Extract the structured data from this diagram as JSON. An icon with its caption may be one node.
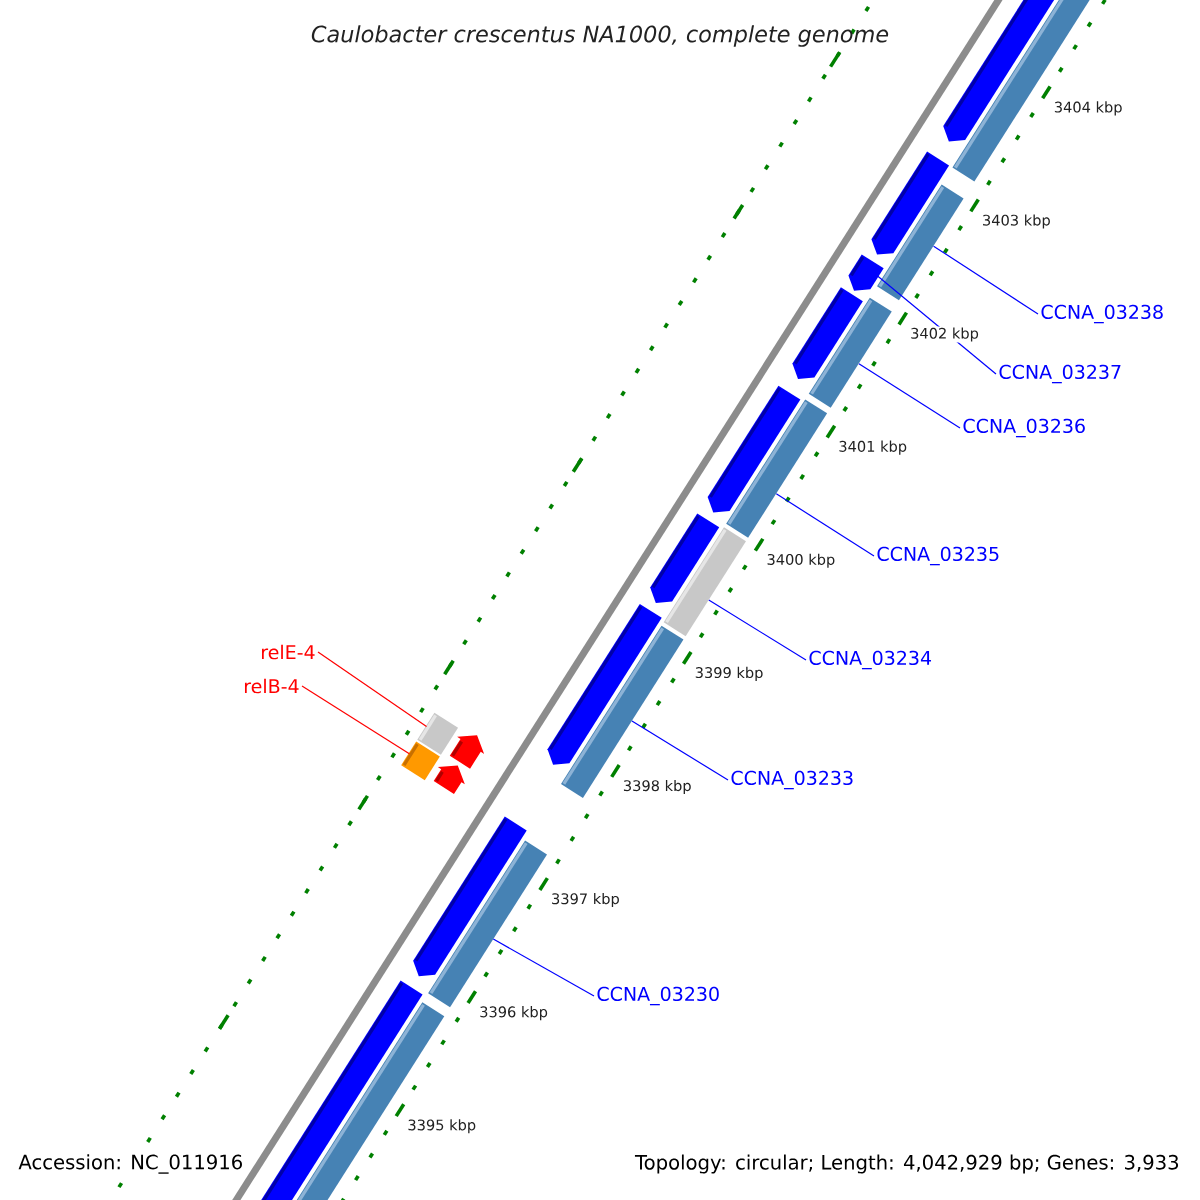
{
  "diagram": {
    "title": "Caulobacter crescentus NA1000, complete genome",
    "nodes": [
      {
        "text": [
          "relE-4"
        ]
      },
      {
        "text": [
          "relB-4"
        ]
      },
      {
        "text": [],
        "shape": "box"
      },
      {
        "text": [],
        "shape": "box"
      },
      {
        "text": [
          "CCNA_03230"
        ]
      },
      {
        "text": [],
        "shape": "bar"
      },
      {
        "text": [
          "CCNA_03233"
        ]
      },
      {
        "text": [],
        "shape": "bar"
      },
      {
        "text": [
          "CCNA_03234"
        ]
      },
      {
        "text": [],
        "shape": "bar"
      },
      {
        "text": [
          "CCNA_03235"
        ]
      },
      {
        "text": [],
        "shape": "bar"
      },
      {
        "text": [
          "CCNA_03236"
        ]
      },
      {
        "text": [],
        "shape": "bar"
      },
      {
        "text": [
          "CCNA_03237"
        ]
      },
      {
        "text": [],
        "shape": "bar"
      },
      {
        "text": [
          "CCNA_03238"
        ]
      },
      {
        "text": [],
        "shape": "bar"
      }
    ],
    "edges": [
      {
        "from": 0,
        "to": 2,
        "arrow": "none",
        "color": "#ff0000"
      },
      {
        "from": 1,
        "to": 3,
        "arrow": "none",
        "color": "#ff0000"
      },
      {
        "from": 4,
        "to": 5,
        "arrow": "none"
      },
      {
        "from": 6,
        "to": 7,
        "arrow": "none"
      },
      {
        "from": 8,
        "to": 9,
        "arrow": "none"
      },
      {
        "from": 10,
        "to": 11,
        "arrow": "none"
      },
      {
        "from": 12,
        "to": 13,
        "arrow": "none"
      },
      {
        "from": 14,
        "to": 15,
        "arrow": "none"
      },
      {
        "from": 16,
        "to": 17,
        "arrow": "none"
      }
    ],
    "labels": [
      "3404 kbp",
      "3403 kbp",
      "3402 kbp",
      "3401 kbp",
      "3400 kbp",
      "3399 kbp",
      "3398 kbp",
      "3397 kbp",
      "3396 kbp",
      "3395 kbp",
      "Accession: NC_011916",
      "Topology: circular; Length: 4,042,929 bp; Genes: 3,933"
    ]
  }
}
